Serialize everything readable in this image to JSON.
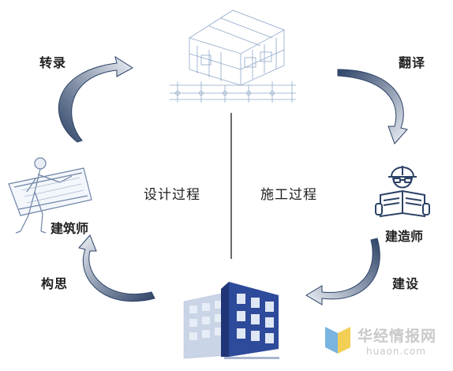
{
  "steps": {
    "zhuanlu": "转录",
    "fanyi": "翻译",
    "gousi": "构思",
    "jianshe": "建设"
  },
  "phases": {
    "design": "设计过程",
    "construction": "施工过程"
  },
  "roles": {
    "architect": "建筑师",
    "builder": "建造师"
  },
  "watermark": {
    "cn": "华经情报网",
    "en": "huaon.com"
  },
  "colors": {
    "arrow_dark": "#2c4266",
    "arrow_light": "#eef2f7",
    "building_blue": "#2e4a9a",
    "sketch_blue": "#8fa7c9",
    "watermark": "#c9c9c9",
    "logo_blue": "#7ab4e0",
    "logo_yellow": "#f3cf55"
  }
}
